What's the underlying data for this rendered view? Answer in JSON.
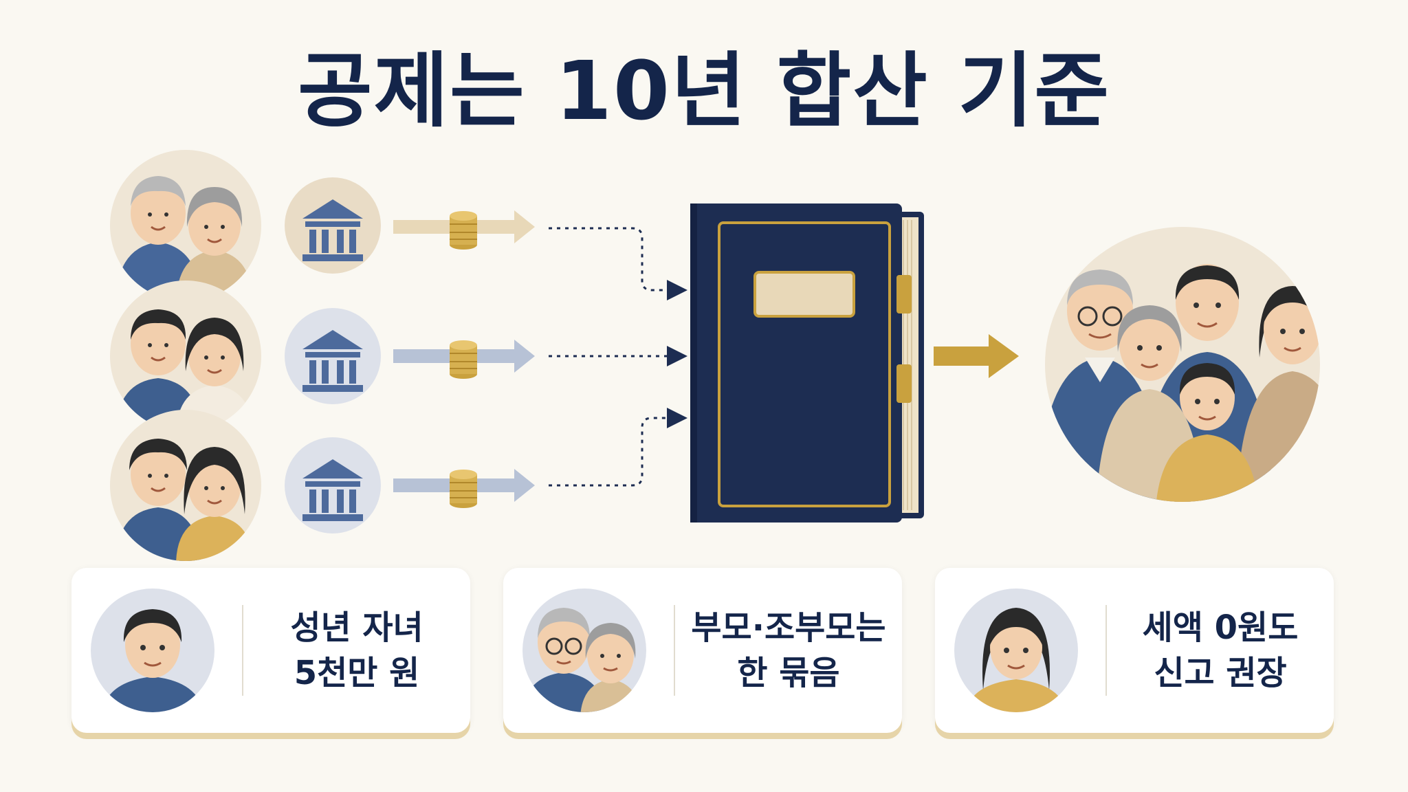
{
  "title": "공제는 10년 합산 기준",
  "cards": [
    {
      "line1": "성년 자녀",
      "line2": "5천만 원"
    },
    {
      "line1": "부모·조부모는",
      "line2": "한 묶음"
    },
    {
      "line1": "세액 0원도",
      "line2": "신고 권장"
    }
  ],
  "colors": {
    "navy": "#14254a",
    "book": "#1d2d52",
    "gold": "#c9a13e",
    "beige": "#e8d8b8",
    "steel": "#b7c2d6",
    "background": "#faf8f2"
  },
  "icons": [
    "couple-icon",
    "bank-icon",
    "coin-stack-icon",
    "ledger-book-icon",
    "family-icon",
    "person-icon"
  ]
}
